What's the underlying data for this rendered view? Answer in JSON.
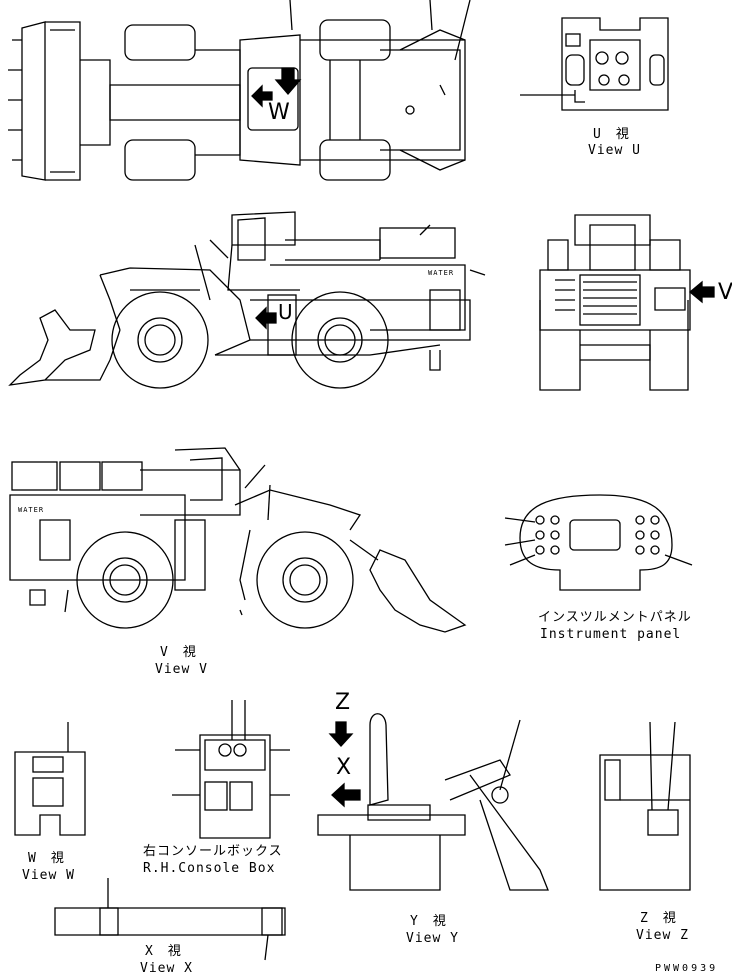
{
  "views": {
    "u": {
      "jp": "U　視",
      "en": "View U"
    },
    "v": {
      "jp": "V　視",
      "en": "View V"
    },
    "w": {
      "jp": "W　視",
      "en": "View W"
    },
    "x": {
      "jp": "X　視",
      "en": "View X"
    },
    "y": {
      "jp": "Y　視",
      "en": "View Y"
    },
    "z": {
      "jp": "Z　視",
      "en": "View Z"
    }
  },
  "panels": {
    "instrument": {
      "jp": "インスツルメントパネル",
      "en": "Instrument panel"
    },
    "console": {
      "jp": "右コンソールボックス",
      "en": "R.H.Console Box"
    }
  },
  "arrows": {
    "w": "W",
    "v": "V",
    "z": "Z",
    "x": "X",
    "u": "U"
  },
  "decals": {
    "water1": "WATER",
    "water2": "WATER"
  },
  "ref_code": "PWW0939"
}
